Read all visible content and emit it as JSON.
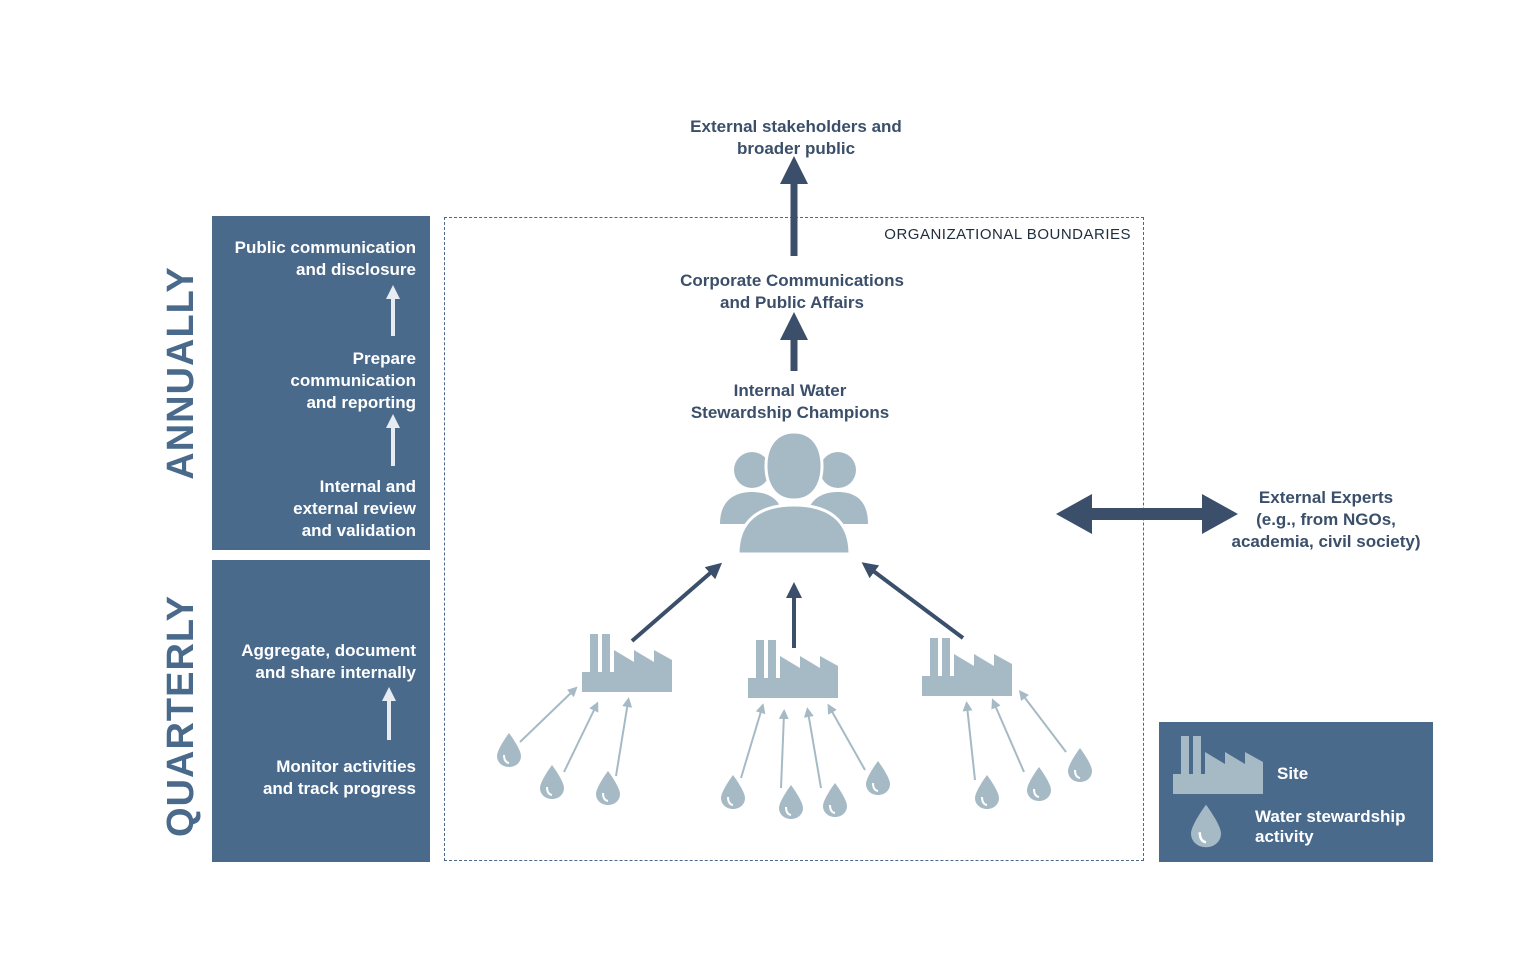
{
  "frequency_labels": {
    "annually": "ANNUALLY",
    "quarterly": "QUARTERLY"
  },
  "annual_steps": [
    "Public communication\nand disclosure",
    "Prepare\ncommunication\nand reporting",
    "Internal and\nexternal review\nand validation"
  ],
  "quarterly_steps": [
    "Aggregate, document\nand share internally",
    "Monitor activities\nand track progress"
  ],
  "boundary_label": "ORGANIZATIONAL BOUNDARIES",
  "nodes": {
    "external_stakeholders": "External stakeholders and\nbroader public",
    "corporate_comms": "Corporate Communications\nand Public Affairs",
    "champions": "Internal Water\nStewardship Champions",
    "external_experts": "External Experts\n(e.g., from NGOs,\nacademia, civil society)"
  },
  "legend": {
    "site": "Site",
    "activity": "Water stewardship\nactivity"
  },
  "colors": {
    "panel": "#4a6a8c",
    "dark_arrow": "#3b4f6b",
    "icon": "#a6bac5",
    "light_arrow": "#a6bac5"
  },
  "icons": {
    "site": "factory-icon",
    "activity": "water-drop-icon",
    "champions": "people-group-icon"
  }
}
